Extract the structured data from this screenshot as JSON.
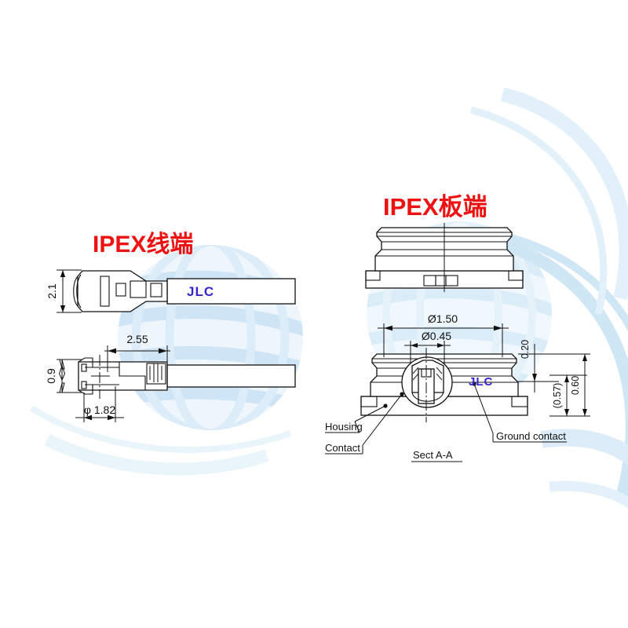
{
  "page": {
    "background_color": "#ffffff",
    "watermark_color": "#d6e8f5",
    "title_color": "#ee1111",
    "brand_color": "#3425cf",
    "line_color": "#111111"
  },
  "left_diagram": {
    "title": "IPEX线端",
    "brand_mark": "JLC",
    "dimensions": {
      "height_top_view": "2.1",
      "height_side_view": "0.9",
      "length": "2.55",
      "diameter": "φ 1.82"
    }
  },
  "right_diagram": {
    "title": "IPEX板端",
    "brand_mark": "JLC",
    "section_label": "Sect A-A",
    "dimensions": {
      "outer_diameter": "Ø1.50",
      "inner_diameter": "Ø0.45",
      "top_height": "0.20",
      "mid_height": "(0.57)",
      "total_height": "0.60"
    },
    "callouts": {
      "housing": "Housing",
      "contact": "Contact",
      "ground_contact": "Ground contact"
    }
  }
}
